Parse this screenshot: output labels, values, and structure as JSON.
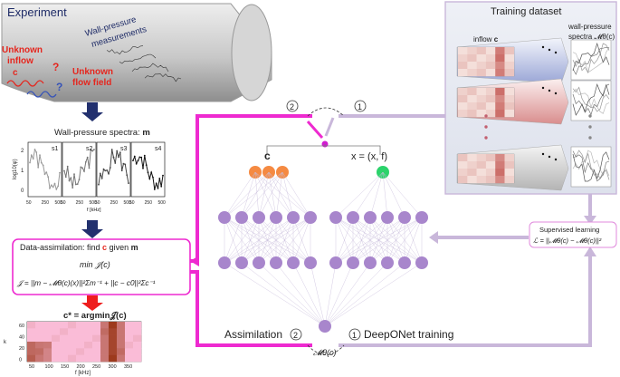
{
  "experiment": {
    "title": "Experiment",
    "unknown_inflow_line1": "Unknown",
    "unknown_inflow_line2": "inflow",
    "inflow_symbol": "c",
    "wall_pressure_line1": "Wall-pressure",
    "wall_pressure_line2": "measurements",
    "unknown_field_line1": "Unknown",
    "unknown_field_line2": "flow field",
    "question_mark": "?"
  },
  "spectra_panel": {
    "title_text": "Wall-pressure spectra: ",
    "title_symbol": "m",
    "labels": [
      "s1",
      "s2",
      "s3",
      "s4"
    ],
    "ylabel": "log10(φ)",
    "xlabel": "f [kHz]",
    "y_ticks": [
      "2",
      "1",
      "0"
    ],
    "x_ticks": [
      "50",
      "250",
      "500"
    ]
  },
  "assimilation_box": {
    "line1_text": "Data-assimilation: find ",
    "line1_c": "c",
    "line1_given": " given ",
    "line1_m": "m",
    "min_expr": "min 𝒥(c)",
    "cost_expr": "𝒥 = ||m − 𝓜θ(c)(x)||²Σm⁻¹ + ||c − c0||²Σc⁻¹"
  },
  "result": {
    "formula": "c* = argmin𝒥(c)",
    "ylabel": "k",
    "xlabel": "f [kHz]",
    "y_ticks": [
      "60",
      "40",
      "20",
      "0"
    ],
    "x_ticks": [
      "50",
      "100",
      "150",
      "200",
      "250",
      "300",
      "350"
    ]
  },
  "training": {
    "title": "Training dataset",
    "inflow_label": "inflow ",
    "inflow_symbol": "c",
    "spectra_label_line1": "wall-pressure",
    "spectra_label_line2": "spectra 𝓜θ(c)"
  },
  "network": {
    "branch_label": "c",
    "trunk_label": "x = (x, f)",
    "output_label": "𝓜θ(c)",
    "step1_top": "1",
    "step2_top": "2",
    "step1_bottom": "1",
    "step2_bottom": "2",
    "assimilation_label": "Assimilation",
    "training_label": "DeepONet training"
  },
  "supervised": {
    "title": "Supervised learning",
    "formula": "ℒ = ||𝓜θ(c) − 𝓜θ(c)||²"
  },
  "colors": {
    "magenta": "#ee2ad0",
    "lavender": "#c9b7da",
    "node": "#a886cc",
    "orange_node": "#f58a42",
    "green_node": "#2bd36b",
    "red_text": "#e5261e",
    "navy": "#22306e",
    "red_arrow": "#ee1d1d"
  }
}
